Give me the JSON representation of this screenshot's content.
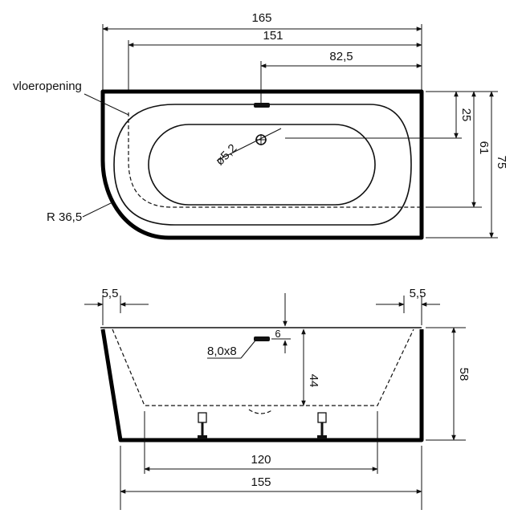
{
  "top_view": {
    "width_overall": "165",
    "width_inner": "151",
    "width_to_drain": "82,5",
    "floor_opening_label": "vloeropening",
    "drain_diameter": "ø5,2",
    "radius": "R 36,5",
    "depth_to_drain": "25",
    "depth_inner": "61",
    "depth_overall": "75"
  },
  "side_view": {
    "offset_left": "5,5",
    "offset_right": "5,5",
    "overflow_size": "8,0x8",
    "overflow_offset": "6",
    "inner_depth": "44",
    "overall_height": "58",
    "foot_spacing": "120",
    "base_length": "155"
  }
}
